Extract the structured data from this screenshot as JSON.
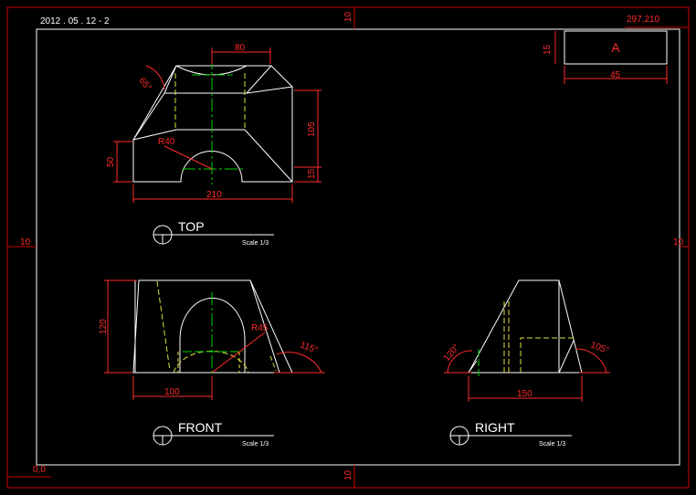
{
  "drawing": {
    "date_label": "2012 . 05 . 12  -  2",
    "sheet_size": "297,210",
    "origin": "0,0",
    "margin_top": "10",
    "margin_bottom": "10",
    "margin_left": "10",
    "margin_right": "10"
  },
  "title_block": {
    "letter": "A",
    "height": "15",
    "width": "45"
  },
  "views": {
    "top": {
      "name": "TOP",
      "scale": "Scale 1/3",
      "dims": {
        "width_top": "80",
        "chamfer": "65°",
        "radius": "R40",
        "height_left": "50",
        "height_right": "105",
        "offset_right": "15",
        "width_bottom": "210"
      }
    },
    "front": {
      "name": "FRONT",
      "scale": "Scale 1/3",
      "dims": {
        "height": "120",
        "half_width": "100",
        "radius": "R45",
        "angle": "115°"
      }
    },
    "right": {
      "name": "RIGHT",
      "scale": "Scale 1/3",
      "dims": {
        "angle_left": "120°",
        "angle_right": "105°",
        "width": "150"
      }
    }
  },
  "colors": {
    "outline": "#ffffff",
    "dimension": "#ff2a2a",
    "center_line": "#00d000",
    "hidden_line": "#e0e040",
    "border": "#cc0000"
  }
}
